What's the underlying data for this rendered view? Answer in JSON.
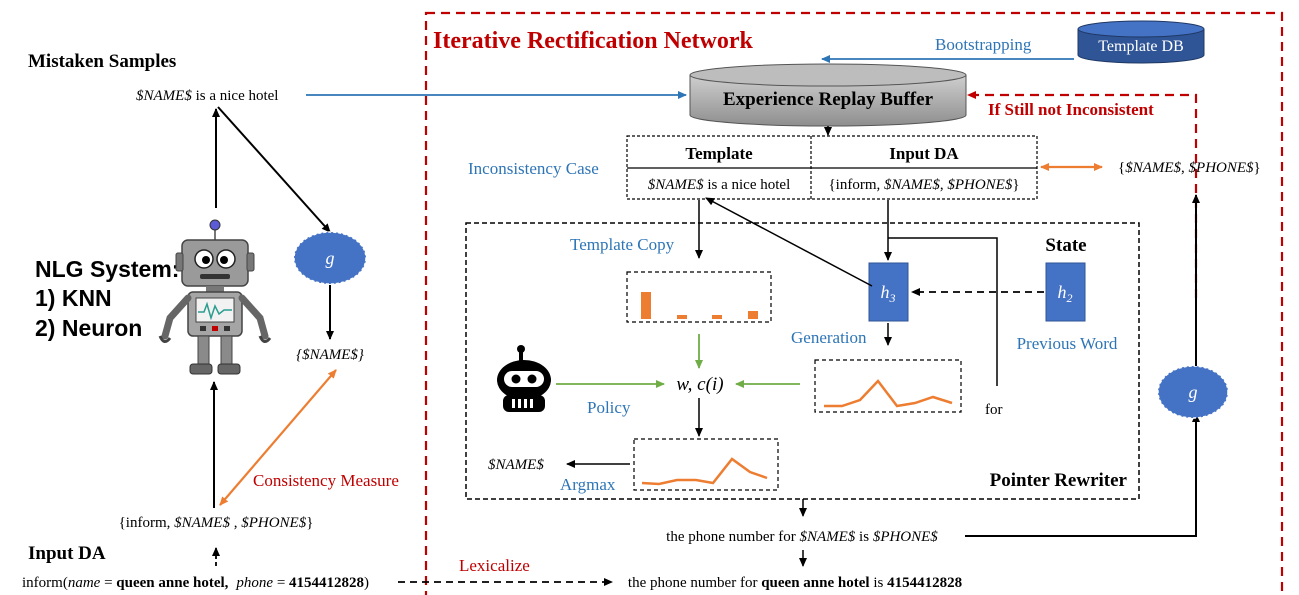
{
  "left": {
    "mistaken_title": "Mistaken Samples",
    "mistaken_sample_var": "$NAME$",
    "mistaken_sample_rest": " is a nice hotel",
    "nlg_title": "NLG System:",
    "nlg_item1": "1) KNN",
    "nlg_item2": "2) Neuron",
    "g_label": "g",
    "name_set": "{$NAME$}",
    "consistency_label": "Consistency Measure",
    "inform_prefix": "{inform, ",
    "inform_name": "$NAME$",
    "inform_sep": " , ",
    "inform_phone": "$PHONE$",
    "inform_suffix": "}",
    "input_da_title": "Input DA",
    "raw_da_prefix": "inform(",
    "raw_da_name_key": "name",
    "raw_da_eq1": " = ",
    "raw_da_name_val": "queen anne hotel,",
    "raw_da_phone_key": "phone",
    "raw_da_eq2": " = ",
    "raw_da_phone_val": "4154412828",
    "raw_da_suffix": ")"
  },
  "network": {
    "title": "Iterative Rectification Network",
    "bootstrapping": "Bootstrapping",
    "template_db": "Template DB",
    "buffer_label": "Experience Replay Buffer",
    "still_inconsistent": "If Still not Inconsistent",
    "inconsistency_case": "Inconsistency Case",
    "table_header_template": "Template",
    "table_header_input": "Input DA",
    "table_template_var": "$NAME$",
    "table_template_rest": " is a nice hotel",
    "table_input_prefix": "{inform, ",
    "table_input_name": "$NAME$",
    "table_input_sep": ", ",
    "table_input_phone": "$PHONE$",
    "table_input_suffix": "}",
    "right_set_prefix": "{",
    "right_set_name": "$NAME$",
    "right_set_sep": ", ",
    "right_set_phone": "$PHONE$",
    "right_set_suffix": "}",
    "g_right": "g",
    "lexicalize": "Lexicalize"
  },
  "rewriter": {
    "title": "Pointer Rewriter",
    "template_copy": "Template Copy",
    "state": "State",
    "h3_base": "h",
    "h3_sub": "3",
    "h2_base": "h",
    "h2_sub": "2",
    "generation": "Generation",
    "previous_word": "Previous Word",
    "policy": "Policy",
    "wc_label": "w, c(i)",
    "for_label": "for",
    "argmax": "Argmax",
    "output_name": "$NAME$"
  },
  "outputs": {
    "phone_template_prefix": "the phone number for ",
    "phone_template_name": "$NAME$",
    "phone_template_mid": " is ",
    "phone_template_phone": "$PHONE$",
    "final_prefix": "the phone number for ",
    "final_name": "queen anne hotel",
    "final_mid": " is ",
    "final_phone": "4154412828"
  },
  "colors": {
    "red": "#c00000",
    "blue": "#2e75b6",
    "orange": "#ed7d31",
    "green": "#70ad47",
    "node_blue": "#4472c4",
    "black": "#000000"
  }
}
